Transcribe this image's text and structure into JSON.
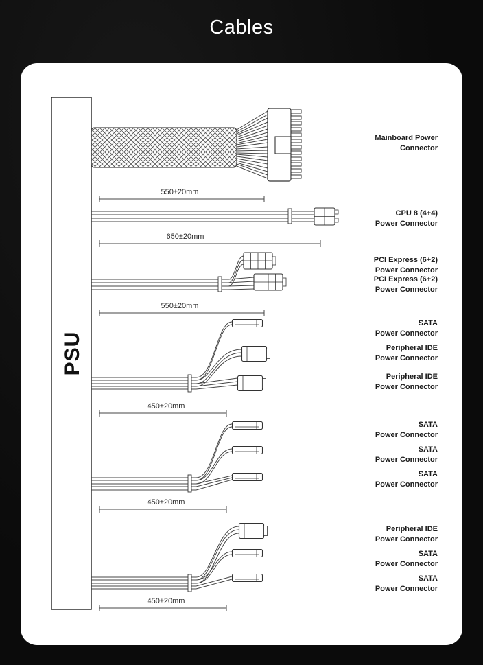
{
  "title": "Cables",
  "psu": {
    "label": "PSU"
  },
  "measurements": [
    {
      "id": "mainboard",
      "value": "550±20mm"
    },
    {
      "id": "cpu",
      "value": "650±20mm"
    },
    {
      "id": "pcie",
      "value": "550±20mm"
    },
    {
      "id": "sata-ide-group",
      "value": "450±20mm"
    },
    {
      "id": "sata-group",
      "value": "450±20mm"
    },
    {
      "id": "ide-sata-group",
      "value": "450±20mm"
    }
  ],
  "connector_labels": [
    {
      "text": "Mainboard Power\nConnector"
    },
    {
      "text": "CPU 8 (4+4)\nPower Connector"
    },
    {
      "text": "PCI Express (6+2)\nPower Connector"
    },
    {
      "text": "PCI Express (6+2)\nPower Connector"
    },
    {
      "text": "SATA\nPower Connector"
    },
    {
      "text": "Peripheral IDE\nPower  Connector"
    },
    {
      "text": "Peripheral IDE\nPower  Connector"
    },
    {
      "text": "SATA\nPower Connector"
    },
    {
      "text": "SATA\nPower Connector"
    },
    {
      "text": "SATA\nPower Connector"
    },
    {
      "text": "Peripheral IDE\nPower  Connector"
    },
    {
      "text": "SATA\nPower Connector"
    },
    {
      "text": "SATA\nPower Connector"
    }
  ],
  "colors": {
    "background": "#0d0d0d",
    "card": "#ffffff",
    "wire": "#444444",
    "outline": "#333333",
    "label": "#1c1c1c"
  }
}
